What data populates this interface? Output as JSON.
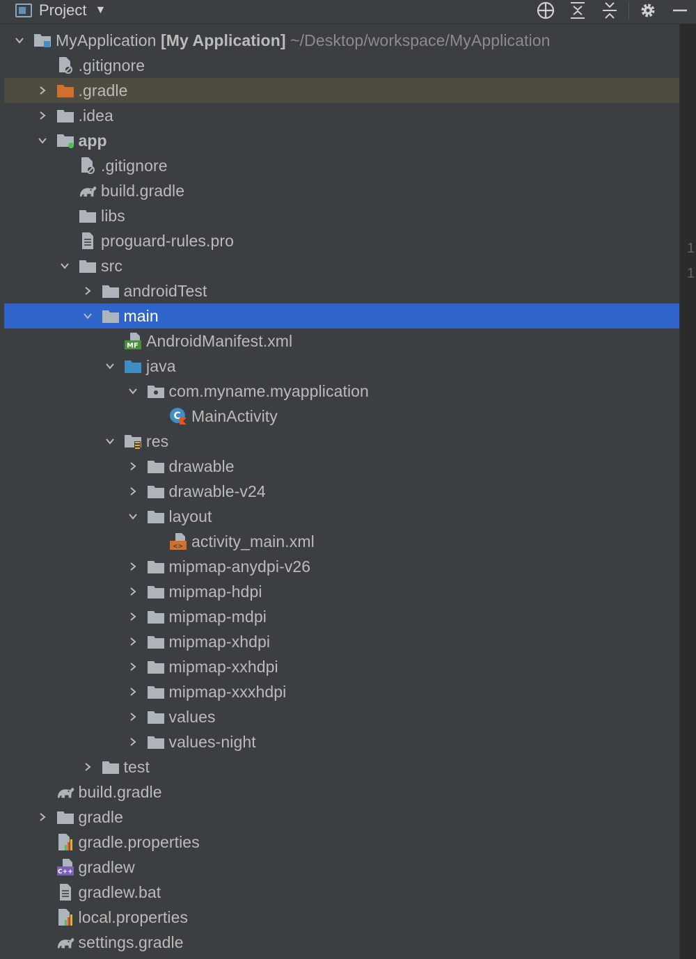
{
  "toolbar": {
    "title": "Project",
    "icons": [
      "crosshair-icon",
      "expand-all-icon",
      "collapse-all-icon",
      "gear-icon",
      "minimize-icon"
    ]
  },
  "colors": {
    "background": "#3c3f41",
    "selected_row": "#2f65ca",
    "highlight_row": "#4d4c3f",
    "folder_gray": "#aeb4bb",
    "folder_orange": "#d16f2f",
    "folder_blue": "#3f8ec4",
    "android_green": "#4fc04a"
  },
  "gutter": [
    "1",
    "1"
  ],
  "tree": [
    {
      "depth": 0,
      "arrow": "down",
      "icon": "module-icon",
      "name": "MyApplication",
      "bold_suffix": "[My Application]",
      "path": "~/Desktop/workspace/MyApplication"
    },
    {
      "depth": 1,
      "arrow": "none",
      "icon": "ignore-file-icon",
      "name": ".gitignore"
    },
    {
      "depth": 1,
      "arrow": "right",
      "icon": "folder-orange-icon",
      "name": ".gradle",
      "highlight": true
    },
    {
      "depth": 1,
      "arrow": "right",
      "icon": "folder-icon",
      "name": ".idea"
    },
    {
      "depth": 1,
      "arrow": "down",
      "icon": "android-module-icon",
      "name": "app",
      "bold": true
    },
    {
      "depth": 2,
      "arrow": "none",
      "icon": "ignore-file-icon",
      "name": ".gitignore"
    },
    {
      "depth": 2,
      "arrow": "none",
      "icon": "gradle-elephant-icon",
      "name": "build.gradle"
    },
    {
      "depth": 2,
      "arrow": "none",
      "icon": "folder-icon",
      "name": "libs"
    },
    {
      "depth": 2,
      "arrow": "none",
      "icon": "text-file-icon",
      "name": "proguard-rules.pro"
    },
    {
      "depth": 2,
      "arrow": "down",
      "icon": "folder-icon",
      "name": "src"
    },
    {
      "depth": 3,
      "arrow": "right",
      "icon": "folder-icon",
      "name": "androidTest"
    },
    {
      "depth": 3,
      "arrow": "down",
      "icon": "folder-icon",
      "name": "main",
      "selected": true
    },
    {
      "depth": 4,
      "arrow": "none",
      "icon": "manifest-file-icon",
      "name": "AndroidManifest.xml"
    },
    {
      "depth": 4,
      "arrow": "down",
      "icon": "folder-blue-icon",
      "name": "java"
    },
    {
      "depth": 5,
      "arrow": "down",
      "icon": "package-icon",
      "name": "com.myname.myapplication"
    },
    {
      "depth": 6,
      "arrow": "none",
      "icon": "kotlin-class-icon",
      "name": "MainActivity"
    },
    {
      "depth": 4,
      "arrow": "down",
      "icon": "resources-folder-icon",
      "name": "res"
    },
    {
      "depth": 5,
      "arrow": "right",
      "icon": "folder-icon",
      "name": "drawable"
    },
    {
      "depth": 5,
      "arrow": "right",
      "icon": "folder-icon",
      "name": "drawable-v24"
    },
    {
      "depth": 5,
      "arrow": "down",
      "icon": "folder-icon",
      "name": "layout"
    },
    {
      "depth": 6,
      "arrow": "none",
      "icon": "xml-file-icon",
      "name": "activity_main.xml"
    },
    {
      "depth": 5,
      "arrow": "right",
      "icon": "folder-icon",
      "name": "mipmap-anydpi-v26"
    },
    {
      "depth": 5,
      "arrow": "right",
      "icon": "folder-icon",
      "name": "mipmap-hdpi"
    },
    {
      "depth": 5,
      "arrow": "right",
      "icon": "folder-icon",
      "name": "mipmap-mdpi"
    },
    {
      "depth": 5,
      "arrow": "right",
      "icon": "folder-icon",
      "name": "mipmap-xhdpi"
    },
    {
      "depth": 5,
      "arrow": "right",
      "icon": "folder-icon",
      "name": "mipmap-xxhdpi"
    },
    {
      "depth": 5,
      "arrow": "right",
      "icon": "folder-icon",
      "name": "mipmap-xxxhdpi"
    },
    {
      "depth": 5,
      "arrow": "right",
      "icon": "folder-icon",
      "name": "values"
    },
    {
      "depth": 5,
      "arrow": "right",
      "icon": "folder-icon",
      "name": "values-night"
    },
    {
      "depth": 3,
      "arrow": "right",
      "icon": "folder-icon",
      "name": "test"
    },
    {
      "depth": 1,
      "arrow": "none",
      "icon": "gradle-elephant-icon",
      "name": "build.gradle"
    },
    {
      "depth": 1,
      "arrow": "right",
      "icon": "folder-icon",
      "name": "gradle"
    },
    {
      "depth": 1,
      "arrow": "none",
      "icon": "properties-file-icon",
      "name": "gradle.properties"
    },
    {
      "depth": 1,
      "arrow": "none",
      "icon": "shell-script-icon",
      "name": "gradlew"
    },
    {
      "depth": 1,
      "arrow": "none",
      "icon": "text-file-icon",
      "name": "gradlew.bat"
    },
    {
      "depth": 1,
      "arrow": "none",
      "icon": "properties-file-icon",
      "name": "local.properties"
    },
    {
      "depth": 1,
      "arrow": "none",
      "icon": "gradle-elephant-icon",
      "name": "settings.gradle"
    }
  ]
}
